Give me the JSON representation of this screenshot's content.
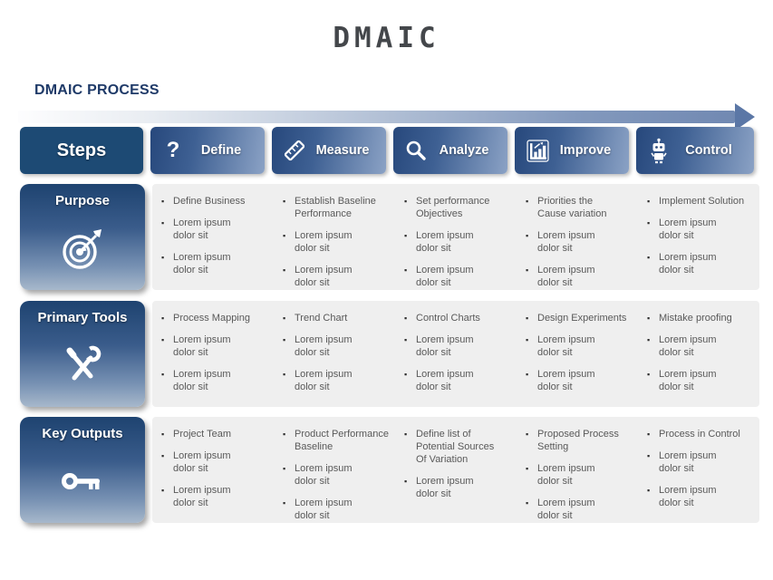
{
  "title": "DMAIC",
  "section_label": "DMAIC PROCESS",
  "steps_header": "Steps",
  "columns": [
    {
      "label": "Define",
      "icon": "question-mark-icon"
    },
    {
      "label": "Measure",
      "icon": "ruler-icon"
    },
    {
      "label": "Analyze",
      "icon": "magnifier-icon"
    },
    {
      "label": "Improve",
      "icon": "bar-chart-icon"
    },
    {
      "label": "Control",
      "icon": "robot-icon"
    }
  ],
  "rows": [
    {
      "label": "Purpose",
      "icon": "target-icon",
      "cells": [
        [
          "Define Business",
          "Lorem ipsum\ndolor sit",
          "Lorem ipsum\ndolor sit"
        ],
        [
          "Establish Baseline\nPerformance",
          "Lorem ipsum\ndolor sit",
          "Lorem ipsum\ndolor sit"
        ],
        [
          "Set performance\nObjectives",
          "Lorem ipsum\ndolor sit",
          "Lorem ipsum\ndolor sit"
        ],
        [
          "Priorities the\nCause variation",
          "Lorem ipsum\ndolor sit",
          "Lorem ipsum\ndolor sit"
        ],
        [
          "Implement Solution",
          "Lorem ipsum\ndolor sit",
          "Lorem ipsum\ndolor sit"
        ]
      ]
    },
    {
      "label": "Primary  Tools",
      "icon": "tools-icon",
      "cells": [
        [
          "Process Mapping",
          "Lorem ipsum\ndolor sit",
          "Lorem ipsum\ndolor sit"
        ],
        [
          "Trend Chart",
          "Lorem ipsum\ndolor sit",
          "Lorem ipsum\ndolor sit"
        ],
        [
          "Control Charts",
          "Lorem ipsum\ndolor sit",
          "Lorem ipsum\ndolor sit"
        ],
        [
          "Design Experiments",
          "Lorem ipsum\ndolor sit",
          "Lorem ipsum\ndolor sit"
        ],
        [
          "Mistake proofing",
          "Lorem ipsum\ndolor sit",
          "Lorem ipsum\ndolor sit"
        ]
      ]
    },
    {
      "label": "Key Outputs",
      "icon": "key-icon",
      "cells": [
        [
          "Project Team",
          "Lorem ipsum\ndolor sit",
          "Lorem ipsum\ndolor sit"
        ],
        [
          "Product Performance\nBaseline",
          "Lorem ipsum\ndolor sit",
          "Lorem ipsum\ndolor sit"
        ],
        [
          "Define list of\nPotential Sources\nOf Variation",
          "Lorem ipsum\ndolor sit"
        ],
        [
          "Proposed Process\nSetting",
          "Lorem ipsum\ndolor sit",
          "Lorem ipsum\ndolor sit"
        ],
        [
          "Process in Control",
          "Lorem ipsum\ndolor sit",
          "Lorem ipsum\ndolor sit"
        ]
      ]
    }
  ],
  "colors": {
    "accent_dark": "#1d4a74",
    "accent_light": "#8ba2c5",
    "strip_bg": "#efefef",
    "body_text": "#595959",
    "navy_label": "#1f3a68"
  }
}
